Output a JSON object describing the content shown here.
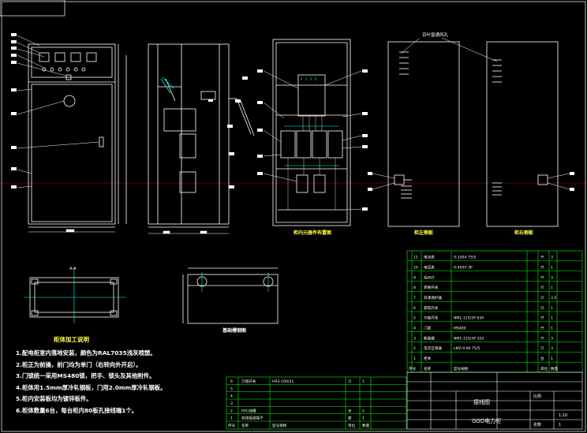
{
  "views": {
    "front_label": "",
    "side_label": "",
    "interior_label": "柜内元器件布置图",
    "rear_door_a_label": "柜左侧板",
    "rear_door_b_label": "柜右侧板",
    "rear_top_label": "百叶窗通风孔",
    "base_plan_label": "A-A",
    "base_detail_label": "基础槽钢图"
  },
  "notes": {
    "title": "柜体加工说明",
    "items": [
      "1.配电柜室内落地安装，颜色为RAL7035浅灰喷塑。",
      "2.柜正为前操，前门均为单门（右转向外开启）。",
      "3.门锁统一采用MS480锁，把手、锁头及其他附件。",
      "4.柜体用1.5mm厚冷轧钢板，门用2.0mm厚冷轧钢板。",
      "5.柜内安装板均为镀锌板件。",
      "6.柜体数量6台，每台柜内80板孔接线端1个。"
    ]
  },
  "bom_table": {
    "header": [
      "序号",
      "名称",
      "型号规格",
      "单位",
      "数量"
    ],
    "rows": [
      [
        "11",
        "电流表",
        "0-150A 75/5",
        "只",
        "3"
      ],
      [
        "10",
        "电压表",
        "0-450V 3P",
        "只",
        "1"
      ],
      [
        "9",
        "指示灯",
        "",
        "只",
        "3"
      ],
      [
        "8",
        "转换开关",
        "",
        "只",
        "1"
      ],
      [
        "7",
        "浪涌保护器",
        "",
        "只",
        "3.5"
      ],
      [
        "6",
        "漏电开关",
        "",
        "只",
        "1"
      ],
      [
        "5",
        "万能开关",
        "NM1-125/3P 63A",
        "只",
        "1"
      ],
      [
        "4",
        "门锁",
        "MS480",
        "只",
        "1"
      ],
      [
        "3",
        "断路器",
        "NM1-125/3P 32A",
        "只",
        "3"
      ],
      [
        "2",
        "电流互感器",
        "LMZ-0.66 75/5",
        "只",
        "3"
      ],
      [
        "1",
        "柜体",
        "",
        "台",
        "1"
      ]
    ]
  },
  "title_block": {
    "drawing_name": "接线图",
    "cabinet_name": "GGD电力柜",
    "scale_label": "比例",
    "scale_value": "1:10",
    "sheet_label": "张数",
    "sheet_value": "1"
  },
  "lower_table": {
    "rows": [
      [
        "6",
        "刀熔开关",
        "HR3-100/31",
        "只",
        "1"
      ],
      [
        "5",
        "",
        "",
        "",
        ""
      ],
      [
        "4",
        "",
        "",
        "",
        ""
      ],
      [
        "3",
        "",
        "",
        "",
        ""
      ],
      [
        "2",
        "PVC线槽",
        "",
        "米",
        "5"
      ],
      [
        "1",
        "双排接线端子",
        "",
        "套",
        "1"
      ]
    ],
    "footer": [
      "序号",
      "名称",
      "型号规格",
      "单位",
      "数量"
    ]
  },
  "colors": {
    "background": "#000000",
    "line": "#ffffff",
    "accent_yellow": "#ffff4a",
    "grid_green": "#00ff00",
    "dim_cyan": "#00ffff",
    "red_marker": "#ff3030"
  }
}
